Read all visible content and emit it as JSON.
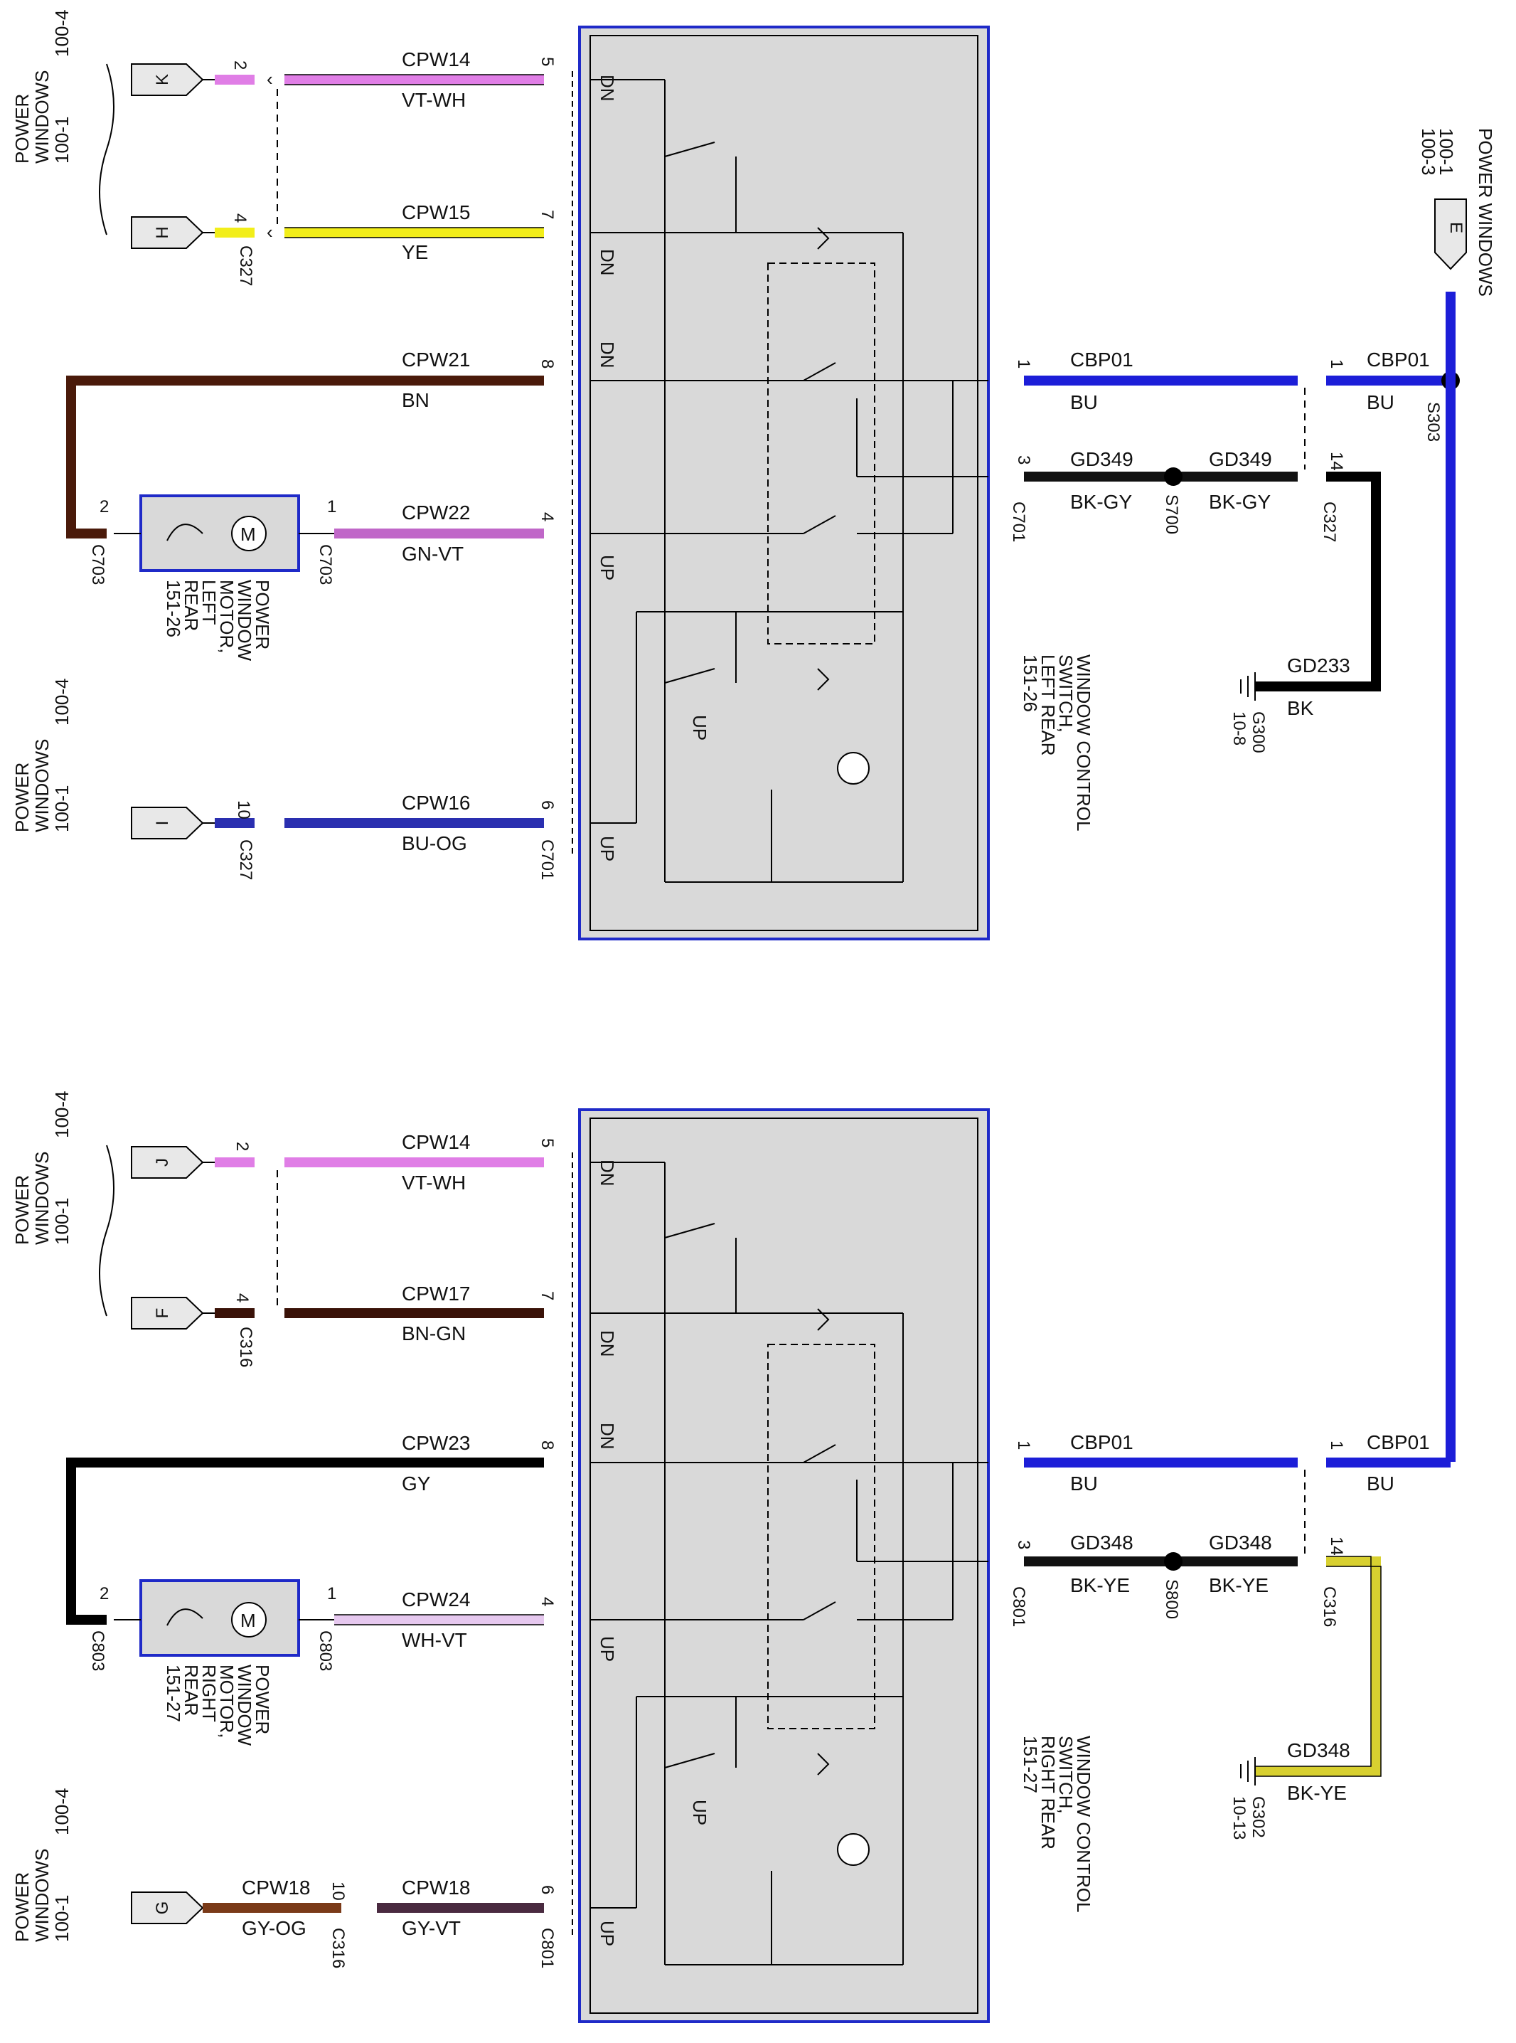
{
  "colors": {
    "VT-WH": "#e07ee6",
    "YE": "#f2ee1a",
    "BN": "#4a1a0a",
    "GN-VT": "#c067c8",
    "BU-OG": "#2a2fb0",
    "BU": "#1c1ed8",
    "BK": "#000000",
    "BK-GY": "#111111",
    "BK-YE": "#d8d030",
    "BN-GN": "#3a1208",
    "GY": "#000000",
    "WH-VT": "#e6c8ef",
    "GY-OG": "#7a3a18",
    "GY-VT": "#4a2a40",
    "box_fill": "#d9d9d9",
    "box_outline": "#1f2ac8"
  },
  "top": {
    "side_text": {
      "title": "POWER",
      "title2": "WINDOWS",
      "ref1": "100-1",
      "ref2": "100-4"
    },
    "side_text_i": {
      "title": "POWER",
      "title2": "WINDOWS",
      "ref1": "100-1",
      "ref2": "100-4"
    },
    "connector_k": "K",
    "connector_h": "H",
    "connector_i": "I",
    "pin_k": "2",
    "pin_h": "4",
    "pin_i": "10",
    "c327_a": "C327",
    "c327_b": "C327",
    "wire1": {
      "name": "CPW14",
      "color": "VT-WH",
      "pin": "5"
    },
    "wire2": {
      "name": "CPW15",
      "color": "YE",
      "pin": "7"
    },
    "wire3": {
      "name": "CPW21",
      "color": "BN",
      "pin": "8"
    },
    "wire4": {
      "name": "CPW22",
      "color": "GN-VT",
      "pin": "4"
    },
    "wire5": {
      "name": "CPW16",
      "color": "BU-OG",
      "pin": "6"
    },
    "c701_a": "C701",
    "c701_b": "C701",
    "motor_pin1": "1",
    "motor_pin2": "2",
    "c703_a": "C703",
    "c703_b": "C703",
    "motor_text": [
      "POWER",
      "WINDOW",
      "MOTOR,",
      "LEFT",
      "REAR",
      "151-26"
    ],
    "switch_text": [
      "WINDOW CONTROL",
      "SWITCH,",
      "LEFT REAR",
      "151-26"
    ],
    "dn1": "DN",
    "dn2": "DN",
    "dn3": "DN",
    "up1": "UP",
    "up2": "UP",
    "up3": "UP",
    "right1": {
      "name": "CBP01",
      "color": "BU",
      "pin": "1"
    },
    "right2": {
      "name": "GD349",
      "color": "BK-GY",
      "pin": "3"
    },
    "right3": {
      "name": "CBP01",
      "color": "BU",
      "pin": "1"
    },
    "right4": {
      "name": "GD349",
      "color": "BK-GY",
      "pin": "14"
    },
    "s700": "S700",
    "c327_r": "C327",
    "s303": "S303",
    "ground_wire": {
      "name": "GD233",
      "color": "BK"
    },
    "g300": "G300",
    "g300_ref": "10-8",
    "pw_e": {
      "title": "POWER WINDOWS",
      "ref1": "100-1",
      "ref2": "100-3",
      "conn": "E"
    }
  },
  "bottom": {
    "side_text": {
      "title": "POWER",
      "title2": "WINDOWS",
      "ref1": "100-1",
      "ref2": "100-4"
    },
    "side_text_g": {
      "title": "POWER",
      "title2": "WINDOWS",
      "ref1": "100-1",
      "ref2": "100-4"
    },
    "connector_j": "J",
    "connector_f": "F",
    "connector_g": "G",
    "pin_j": "2",
    "pin_f": "4",
    "pin_g": "10",
    "c316_a": "C316",
    "c316_b": "C316",
    "wire1": {
      "name": "CPW14",
      "color": "VT-WH",
      "pin": "5"
    },
    "wire2": {
      "name": "CPW17",
      "color": "BN-GN",
      "pin": "7"
    },
    "wire3": {
      "name": "CPW23",
      "color": "GY",
      "pin": "8"
    },
    "wire4": {
      "name": "CPW24",
      "color": "WH-VT",
      "pin": "4"
    },
    "wire5": {
      "name": "CPW18",
      "color": "GY-VT",
      "pin": "6"
    },
    "wire5b": {
      "name": "CPW18",
      "color": "GY-OG"
    },
    "c801_a": "C801",
    "c801_b": "C801",
    "motor_pin1": "1",
    "motor_pin2": "2",
    "c803_a": "C803",
    "c803_b": "C803",
    "motor_text": [
      "POWER",
      "WINDOW",
      "MOTOR,",
      "RIGHT",
      "REAR",
      "151-27"
    ],
    "switch_text": [
      "WINDOW CONTROL",
      "SWITCH,",
      "RIGHT REAR",
      "151-27"
    ],
    "dn1": "DN",
    "dn2": "DN",
    "dn3": "DN",
    "up1": "UP",
    "up2": "UP",
    "up3": "UP",
    "right1": {
      "name": "CBP01",
      "color": "BU",
      "pin": "1"
    },
    "right2": {
      "name": "GD348",
      "color": "BK-YE",
      "pin": "3"
    },
    "right3": {
      "name": "CBP01",
      "color": "BU",
      "pin": "1"
    },
    "right4": {
      "name": "GD348",
      "color": "BK-YE",
      "pin": "14"
    },
    "s800": "S800",
    "c316_r": "C316",
    "ground_wire": {
      "name": "GD348",
      "color": "BK-YE"
    },
    "g302": "G302",
    "g302_ref": "10-13"
  }
}
